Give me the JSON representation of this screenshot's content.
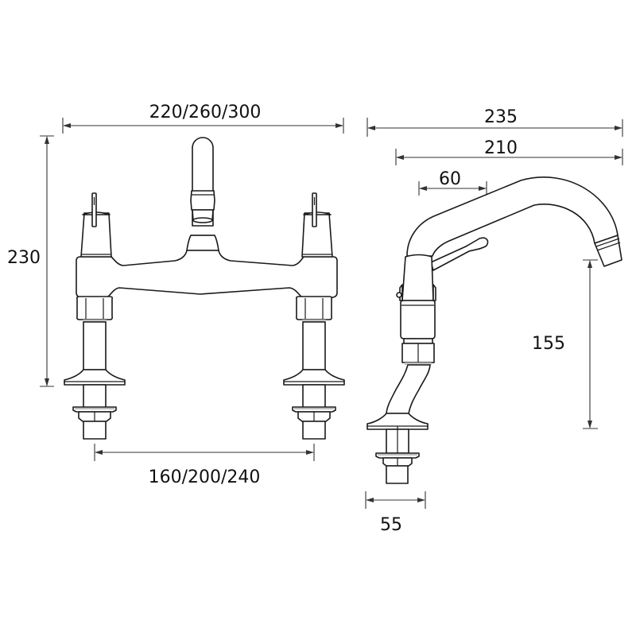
{
  "diagram": {
    "type": "technical-drawing",
    "subject": "bridge-mixer-tap",
    "views": [
      "front-view",
      "side-view"
    ],
    "line_color": "#1a1a1a",
    "background": "#ffffff"
  },
  "front_view": {
    "dimensions": {
      "overall_width": "220/260/300",
      "overall_height": "230",
      "tap_centres": "160/200/240"
    }
  },
  "side_view": {
    "dimensions": {
      "overall_depth": "235",
      "spout_reach": "210",
      "lever_offset": "60",
      "spout_height": "155",
      "base_width": "55"
    }
  }
}
